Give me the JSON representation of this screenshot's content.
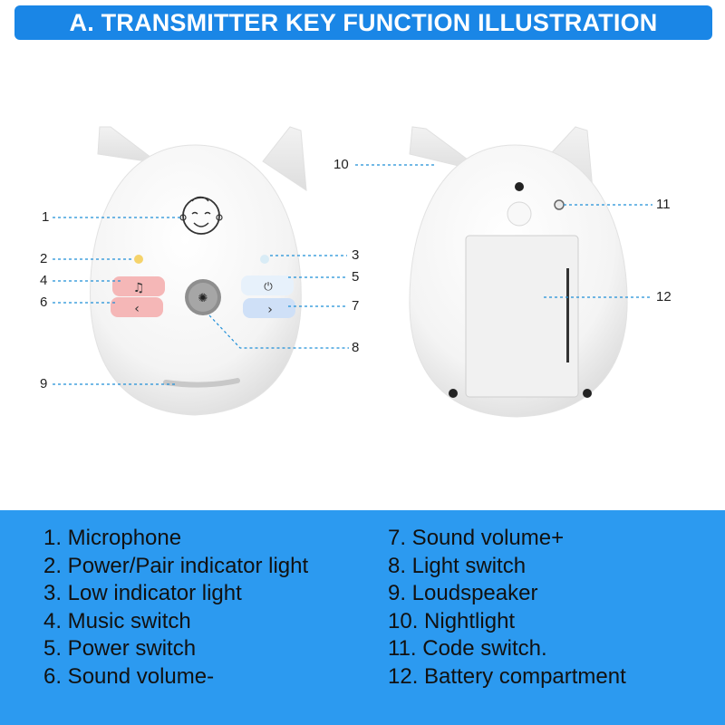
{
  "banner": {
    "title": "A. TRANSMITTER KEY FUNCTION ILLUSTRATION"
  },
  "callouts": [
    "1",
    "2",
    "3",
    "4",
    "5",
    "6",
    "7",
    "8",
    "9",
    "10",
    "11",
    "12"
  ],
  "legend": {
    "left": [
      "1. Microphone",
      "2. Power/Pair indicator light",
      "3. Low indicator light",
      "4. Music switch",
      "5. Power switch",
      "6. Sound volume-"
    ],
    "right": [
      "7. Sound volume+",
      "8. Light switch",
      "9. Loudspeaker",
      "10. Nightlight",
      "11. Code switch.",
      "12. Battery compartment"
    ]
  },
  "colors": {
    "banner": "#1a86e6",
    "legend_bg": "#2c9af0",
    "button_pink": "#f5b7b7",
    "button_blue": "#cfe0f7",
    "light_yellow": "#f5d36b"
  },
  "icons": [
    "baby-face-icon",
    "music-note-icon",
    "power-icon",
    "left-arrow-icon",
    "right-arrow-icon",
    "bulb-icon"
  ]
}
